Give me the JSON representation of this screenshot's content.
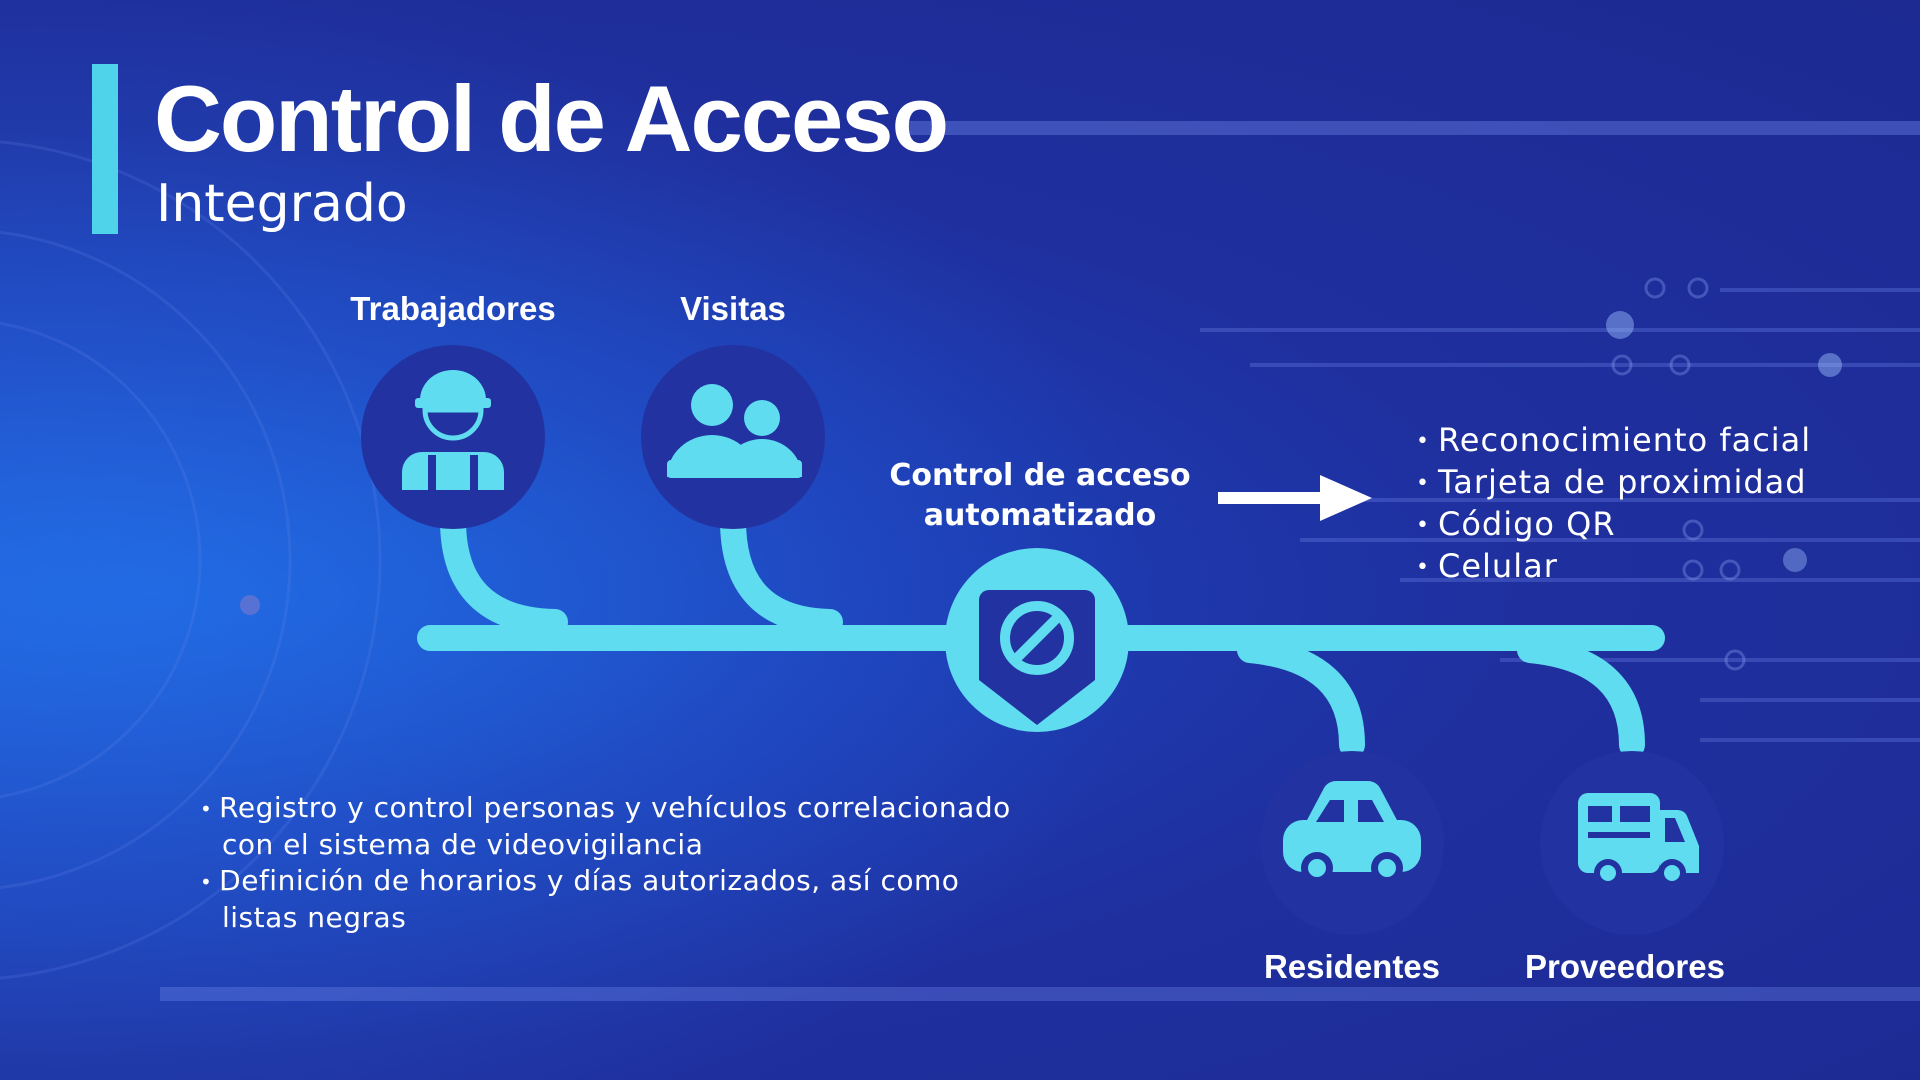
{
  "slide": {
    "title": "Control de Acceso",
    "subtitle": "Integrado"
  },
  "nodes": {
    "workers": {
      "label": "Trabajadores",
      "icon": "worker-hardhat-icon"
    },
    "visits": {
      "label": "Visitas",
      "icon": "users-icon"
    },
    "residents": {
      "label": "Residentes",
      "icon": "car-icon"
    },
    "suppliers": {
      "label": "Proveedores",
      "icon": "delivery-truck-icon"
    },
    "center": {
      "line1": "Control de acceso",
      "line2": "automatizado",
      "icon": "access-denied-shield-icon"
    }
  },
  "methods": [
    "Reconocimiento facial",
    "Tarjeta de proximidad",
    "Código QR",
    "Celular"
  ],
  "features": [
    "Registro y control personas y vehículos correlacionado con el sistema de videovigilancia",
    "Definición de horarios y días autorizados, así como listas negras"
  ],
  "colors": {
    "accent": "#5fdcef",
    "node_fill": "#2232a0",
    "background": "#1f2f9e"
  }
}
